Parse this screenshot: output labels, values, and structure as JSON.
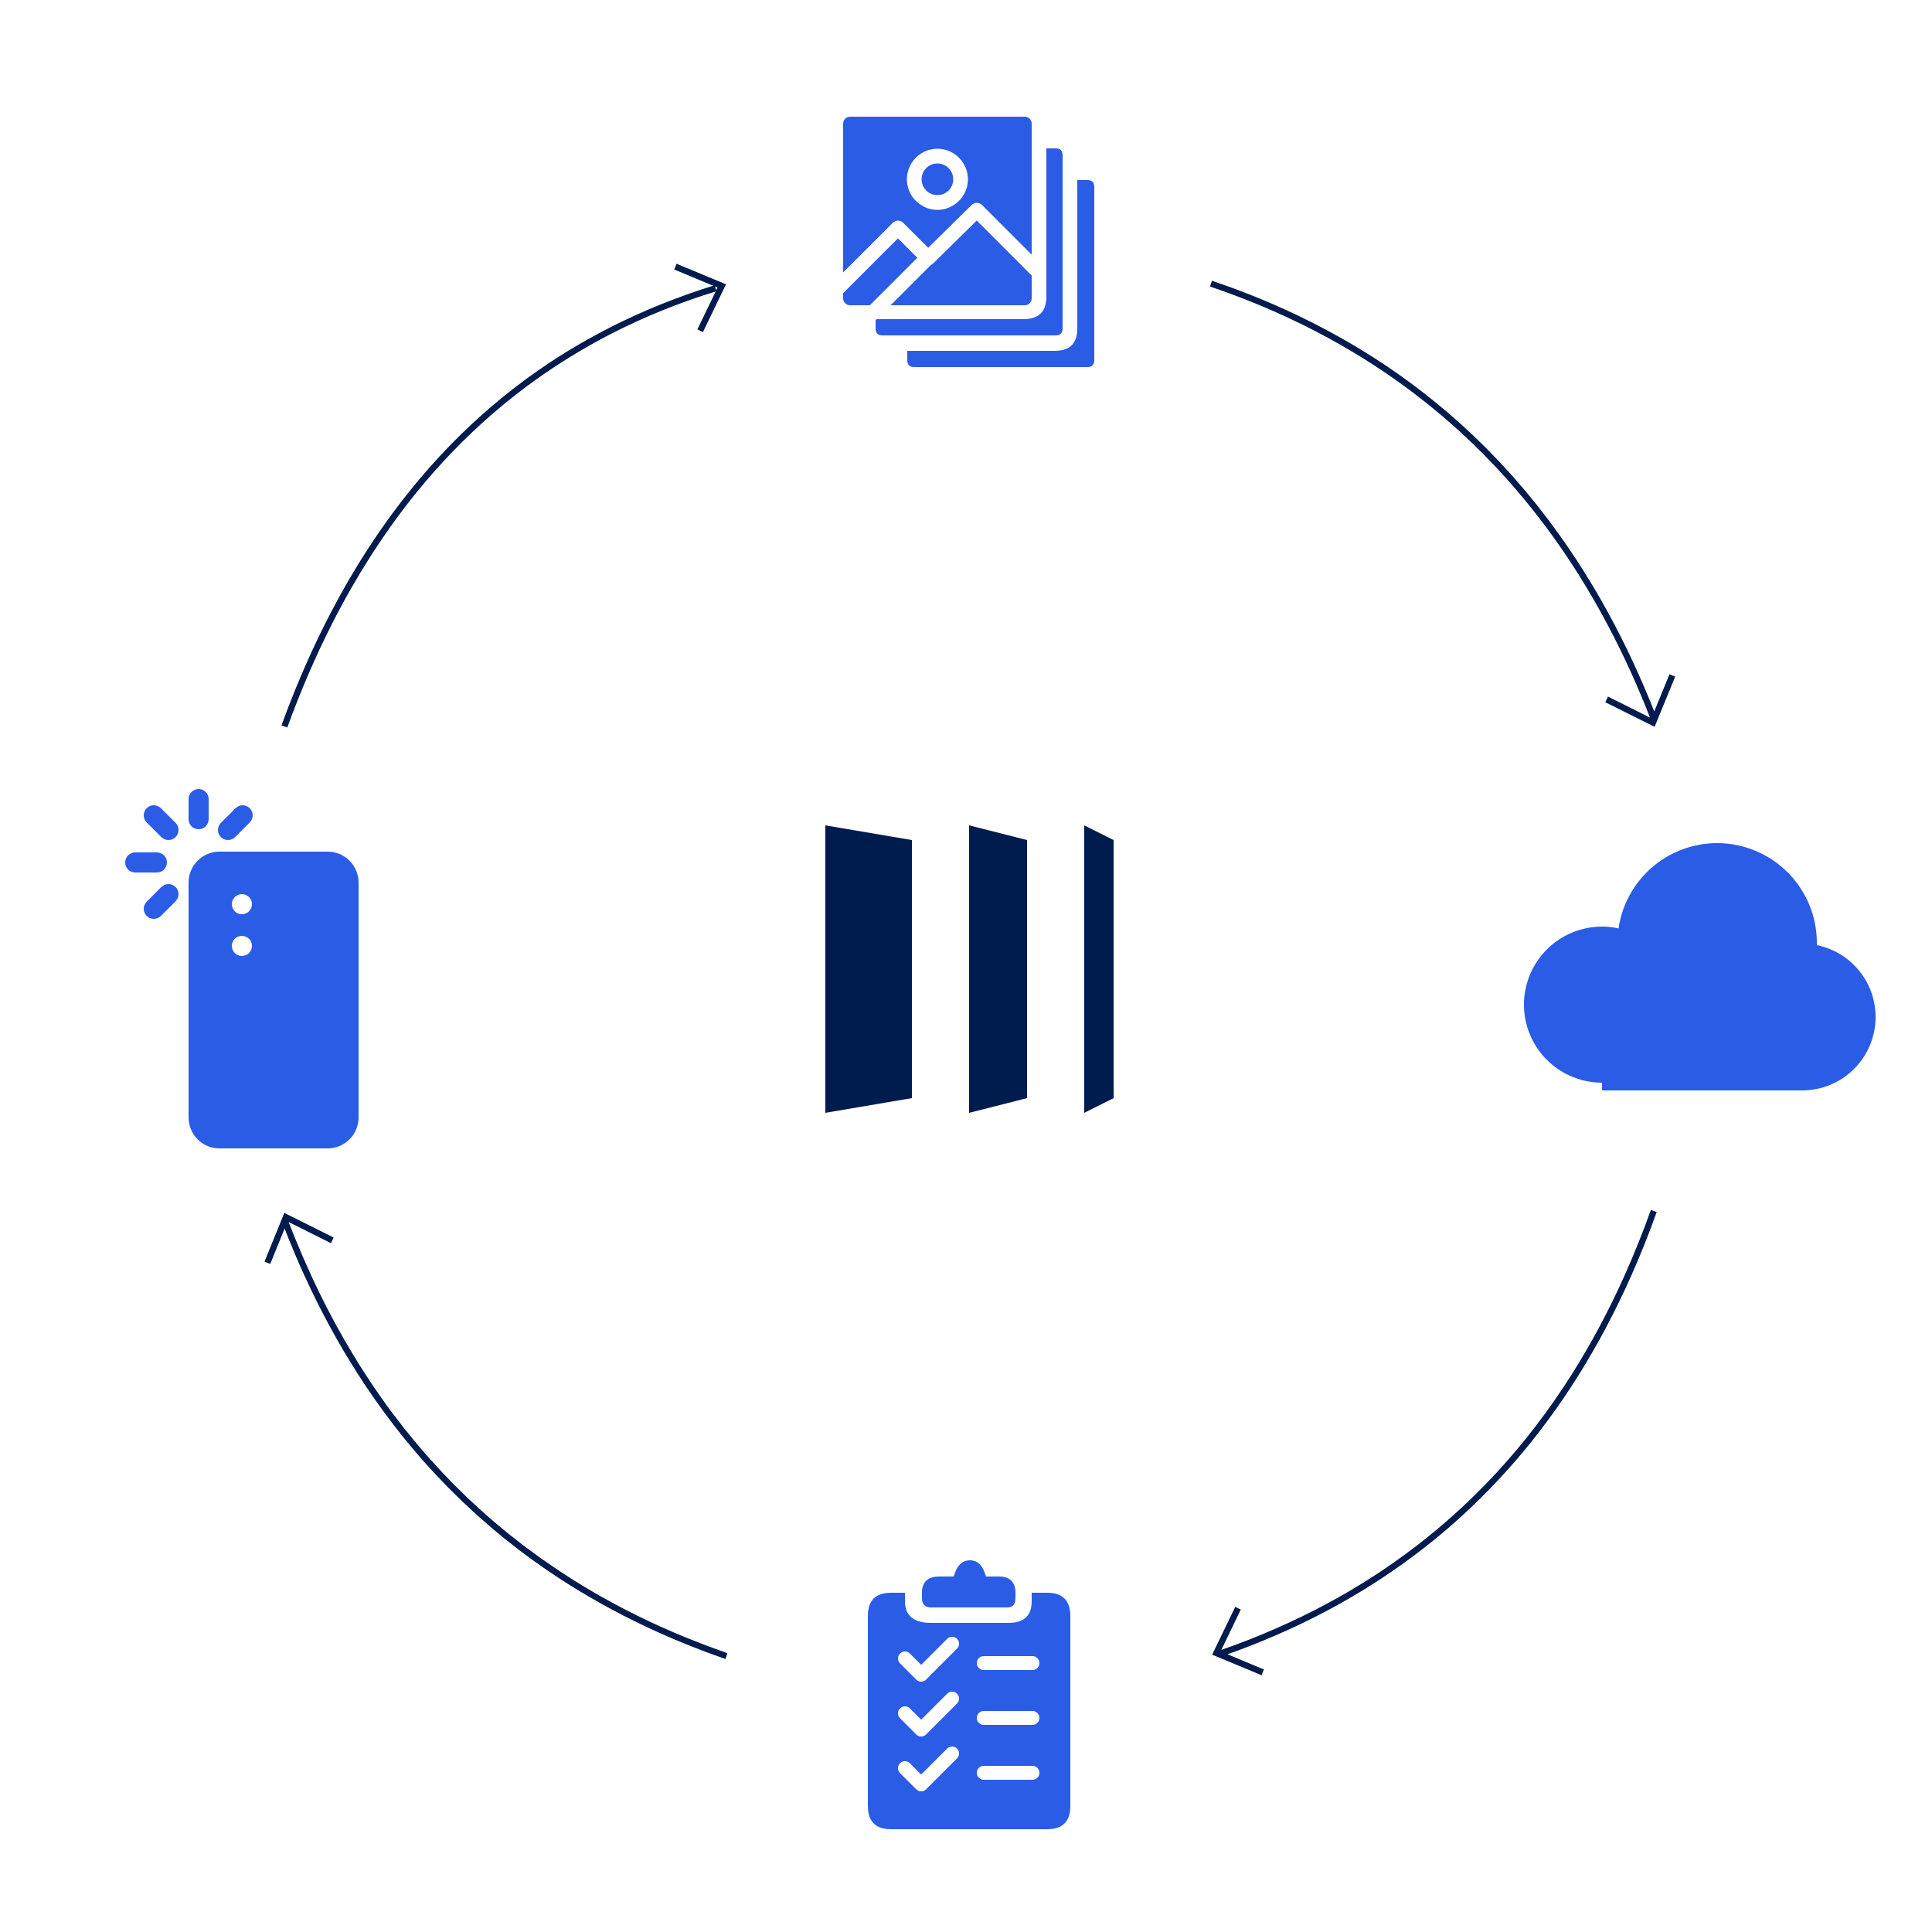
{
  "diagram": {
    "type": "cycle",
    "flow": "clockwise",
    "colors": {
      "icon": "#2b5ce6",
      "arrow": "#001b4d",
      "logo": "#001b4d",
      "background": "#ffffff"
    },
    "center": {
      "icon": "door-logo-icon"
    },
    "nodes": [
      {
        "id": "top",
        "icon": "image-gallery-icon"
      },
      {
        "id": "right",
        "icon": "cloud-icon"
      },
      {
        "id": "bottom",
        "icon": "clipboard-checklist-icon"
      },
      {
        "id": "left",
        "icon": "phone-tap-icon"
      }
    ],
    "arrows": [
      {
        "from": "left",
        "to": "top"
      },
      {
        "from": "top",
        "to": "right"
      },
      {
        "from": "right",
        "to": "bottom"
      },
      {
        "from": "bottom",
        "to": "left"
      }
    ]
  }
}
